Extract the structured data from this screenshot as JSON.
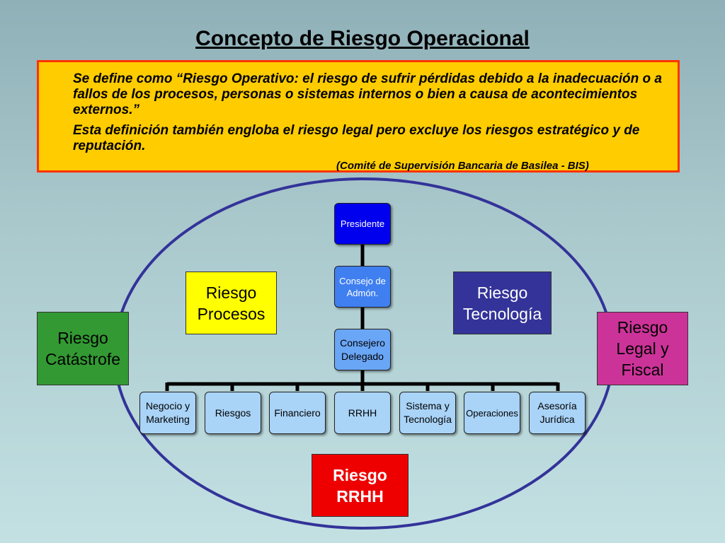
{
  "title": "Concepto de Riesgo Operacional",
  "definition": {
    "paragraph1": "Se define como “Riesgo Operativo: el riesgo de sufrir pérdidas debido a la inadecuación o a fallos de los procesos, personas o sistemas internos o bien a causa de acontecimientos externos.”",
    "paragraph2": "Esta definición también engloba el riesgo legal pero excluye los riesgos estratégico y de reputación.",
    "source": "(Comité de Supervisión Bancaria de Basilea - BIS)"
  },
  "org_chart": {
    "top": "Presidente",
    "board": "Consejo de Admón.",
    "delegate": "Consejero Delegado",
    "departments": [
      "Negocio y Marketing",
      "Riesgos",
      "Financiero",
      "RRHH",
      "Sistema y Tecnología",
      "Operaciones",
      "Asesoría Jurídica"
    ]
  },
  "risks": {
    "procesos": "Riesgo Procesos",
    "tecnologia": "Riesgo Tecnología",
    "catastrofe": "Riesgo Catástrofe",
    "legal": "Riesgo Legal y Fiscal",
    "rrhh": "Riesgo RRHH"
  },
  "colors": {
    "presidente": "#0000ee",
    "consejo": "#3f7ff0",
    "dept": "#a9d3f7",
    "procesos": "#ffff00",
    "tecnologia": "#333399",
    "catastrofe": "#339933",
    "legal": "#cc3399",
    "rrhh": "#ee0000",
    "ellipse": "#333399"
  }
}
